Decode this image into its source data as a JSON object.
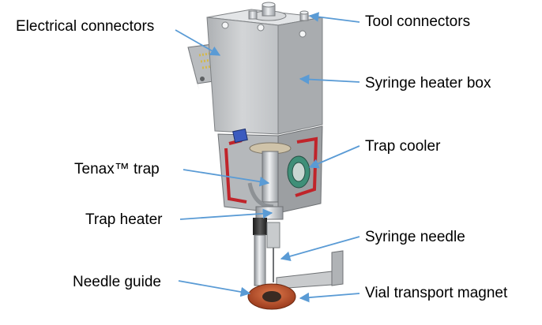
{
  "labels": {
    "electrical_connectors": "Electrical connectors",
    "tool_connectors": "Tool connectors",
    "syringe_heater_box": "Syringe heater box",
    "trap_cooler": "Trap cooler",
    "tenax_trap": "Tenax™ trap",
    "trap_heater": "Trap heater",
    "syringe_needle": "Syringe needle",
    "needle_guide": "Needle guide",
    "vial_transport_magnet": "Vial transport magnet"
  },
  "colors": {
    "leader_line": "#5a9bd5",
    "housing": "#c9cbcd",
    "housing_shadow": "#9ea1a4",
    "insulation": "#c0242a",
    "magnet": "#c2542e",
    "connector_pins": "#d4b84a",
    "trap_cooler_fan": "#3f8f78"
  }
}
